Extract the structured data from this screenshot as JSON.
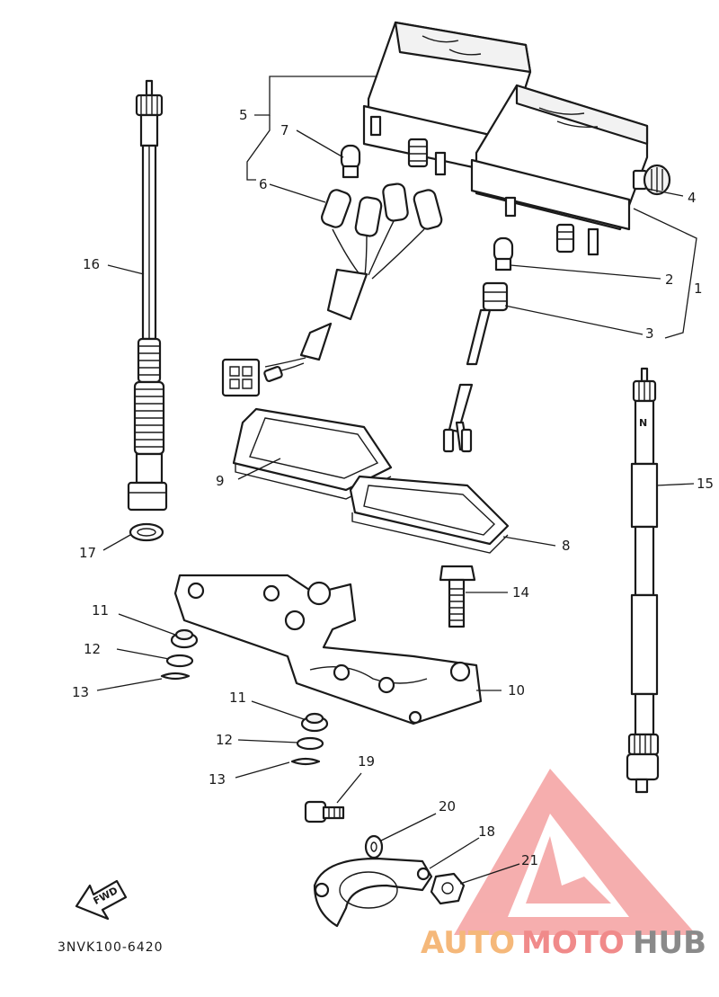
{
  "diagram_code": "3NVK100-6420",
  "fwd_label": "FWD",
  "callouts": {
    "c1": "1",
    "c2": "2",
    "c3": "3",
    "c4": "4",
    "c5": "5",
    "c6": "6",
    "c7": "7",
    "c8": "8",
    "c9": "9",
    "c10": "10",
    "c11a": "11",
    "c11b": "11",
    "c12a": "12",
    "c12b": "12",
    "c13a": "13",
    "c13b": "13",
    "c14": "14",
    "c15": "15",
    "c16": "16",
    "c17": "17",
    "c18": "18",
    "c19": "19",
    "c20": "20",
    "c21": "21"
  },
  "watermark": {
    "text_a": "AUTO",
    "text_b": "MOTO",
    "text_c": "HUB",
    "color_a": "#f5b87a",
    "color_b": "#f08a8a",
    "color_c": "#8a8a8a",
    "logo_color": "#f4a0a0"
  }
}
